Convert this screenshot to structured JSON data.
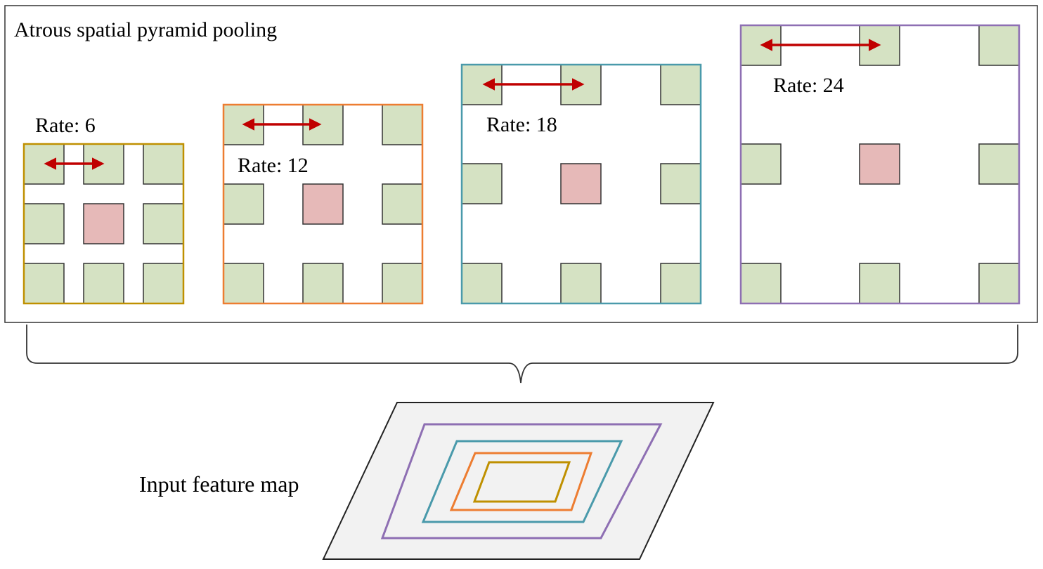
{
  "diagram": {
    "title": "Atrous spatial pyramid pooling",
    "input_label": "Input feature map",
    "colors": {
      "cell_fill": "#d5e2c3",
      "center_fill": "#e6b9b8",
      "arrow": "#c00000",
      "map_fill": "#f2f2f2",
      "stroke": "#333333"
    },
    "panels": [
      {
        "rate_label": "Rate: 6",
        "rate": 6,
        "color": "#bf9000"
      },
      {
        "rate_label": "Rate: 12",
        "rate": 12,
        "color": "#ed7d31"
      },
      {
        "rate_label": "Rate: 18",
        "rate": 18,
        "color": "#4a9aab"
      },
      {
        "rate_label": "Rate: 24",
        "rate": 24,
        "color": "#8e6fb3"
      }
    ]
  }
}
